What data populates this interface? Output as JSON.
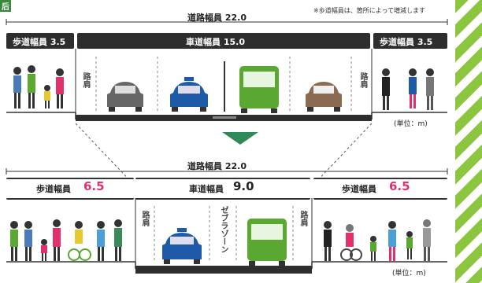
{
  "corner_mark": "后",
  "note": "※歩道幅員は、箇所によって増減します",
  "before": {
    "road_width_label": "道路幅員 22.0",
    "sidewalk_left": "歩道幅員 3.5",
    "roadway": "車道幅員 15.0",
    "sidewalk_right": "歩道幅員 3.5",
    "shoulder_left": "路肩",
    "shoulder_right": "路肩",
    "unit": "(単位：m)"
  },
  "after": {
    "road_width_label": "道路幅員 22.0",
    "sidewalk_left_text": "歩道幅員",
    "sidewalk_left_value": "6.5",
    "roadway_text": "車道幅員",
    "roadway_value": "9.0",
    "sidewalk_right_text": "歩道幅員",
    "sidewalk_right_value": "6.5",
    "shoulder_left": "路肩",
    "shoulder_right": "路肩",
    "zebra_zone": "ゼブラゾーン",
    "unit": "(単位：m)"
  },
  "colors": {
    "band": "#2e2e2e",
    "accent_pink": "#e1306c",
    "arrow": "#2e8b57",
    "stripe_green": "#8cc63f",
    "bus_green": "#5aa832",
    "car_gray": "#666666",
    "car_blue": "#1e5aa8",
    "car_brown": "#8b6a52"
  }
}
